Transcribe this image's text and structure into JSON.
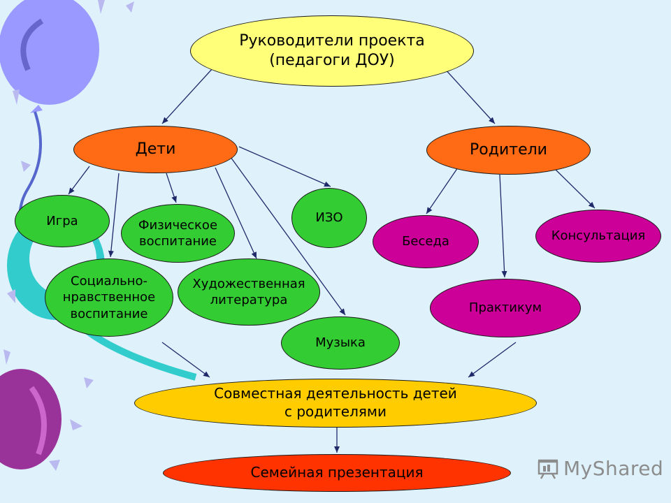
{
  "nodes": {
    "leaders": "Руководители проекта\n(педагоги ДОУ)",
    "children": "Дети",
    "parents": "Родители",
    "game": "Игра",
    "physical": "Физическое\nвоспитание",
    "izo": "ИЗО",
    "social": "Социально-\nнравственное\nвоспитание",
    "literature": "Художественная\nлитература",
    "music": "Музыка",
    "talk": "Беседа",
    "consultation": "Консультация",
    "practicum": "Практикум",
    "joint": "Совместная деятельность детей\nс родителями",
    "presentation": "Семейная презентация"
  },
  "watermark": "MyShared",
  "colors": {
    "background": "#dff2fb",
    "leaders": "#ffff7a",
    "primary": "#ff6a14",
    "children_activity": "#33cc33",
    "parents_activity": "#cc0099",
    "joint": "#ffcc00",
    "presentation": "#ff3300",
    "arrow": "#1f2a6b"
  }
}
